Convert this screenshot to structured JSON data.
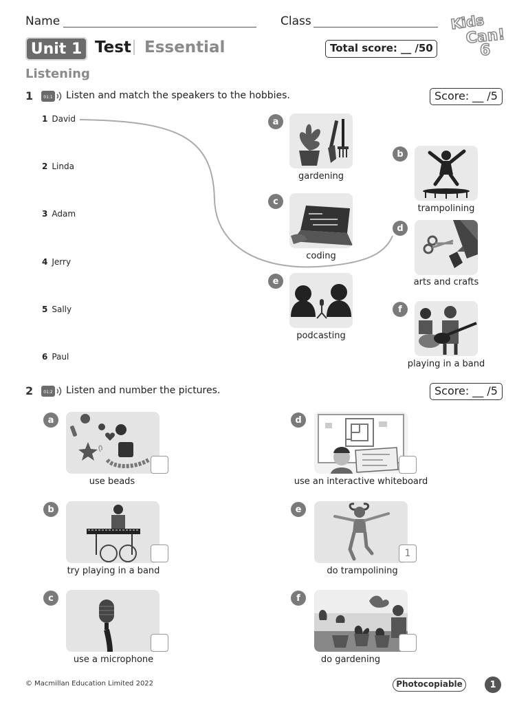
{
  "header": {
    "name_label": "Name",
    "class_label": "Class",
    "unit_label": "Unit 1",
    "test_label": "Test",
    "level_label": "Essential",
    "total_score": "Total score: __ /50",
    "logo_text_1": "Kids",
    "logo_text_2": "Can!",
    "logo_level": "6"
  },
  "section_title": "Listening",
  "q1": {
    "number": "1",
    "track": "01:1",
    "instruction": "Listen and match the speakers to the hobbies.",
    "score": "Score: __ /5",
    "speakers": [
      {
        "num": "1",
        "name": "David"
      },
      {
        "num": "2",
        "name": "Linda"
      },
      {
        "num": "3",
        "name": "Adam"
      },
      {
        "num": "4",
        "name": "Jerry"
      },
      {
        "num": "5",
        "name": "Sally"
      },
      {
        "num": "6",
        "name": "Paul"
      }
    ],
    "hobbies": [
      {
        "letter": "a",
        "caption": "gardening",
        "icon": "plant-tools-icon"
      },
      {
        "letter": "b",
        "caption": "trampolining",
        "icon": "trampoline-icon"
      },
      {
        "letter": "c",
        "caption": "coding",
        "icon": "laptop-code-icon"
      },
      {
        "letter": "d",
        "caption": "arts and crafts",
        "icon": "scissors-paper-icon"
      },
      {
        "letter": "e",
        "caption": "podcasting",
        "icon": "podcast-people-icon"
      },
      {
        "letter": "f",
        "caption": "playing in a band",
        "icon": "band-guitar-icon"
      }
    ],
    "example_match": {
      "speaker": "1",
      "hobby": "d"
    }
  },
  "q2": {
    "number": "2",
    "track": "01:2",
    "instruction": "Listen and number the pictures.",
    "score": "Score: __ /5",
    "pictures": [
      {
        "letter": "a",
        "caption": "use beads",
        "answer": ""
      },
      {
        "letter": "b",
        "caption": "try playing in a band",
        "answer": ""
      },
      {
        "letter": "c",
        "caption": "use a microphone",
        "answer": ""
      },
      {
        "letter": "d",
        "caption": "use an interactive whiteboard",
        "answer": ""
      },
      {
        "letter": "e",
        "caption": "do trampolining",
        "answer": "1"
      },
      {
        "letter": "f",
        "caption": "do gardening",
        "answer": ""
      }
    ]
  },
  "footer": {
    "copyright": "© Macmillan Education Limited 2022",
    "photocopiable": "Photocopiable",
    "page_number": "1"
  }
}
